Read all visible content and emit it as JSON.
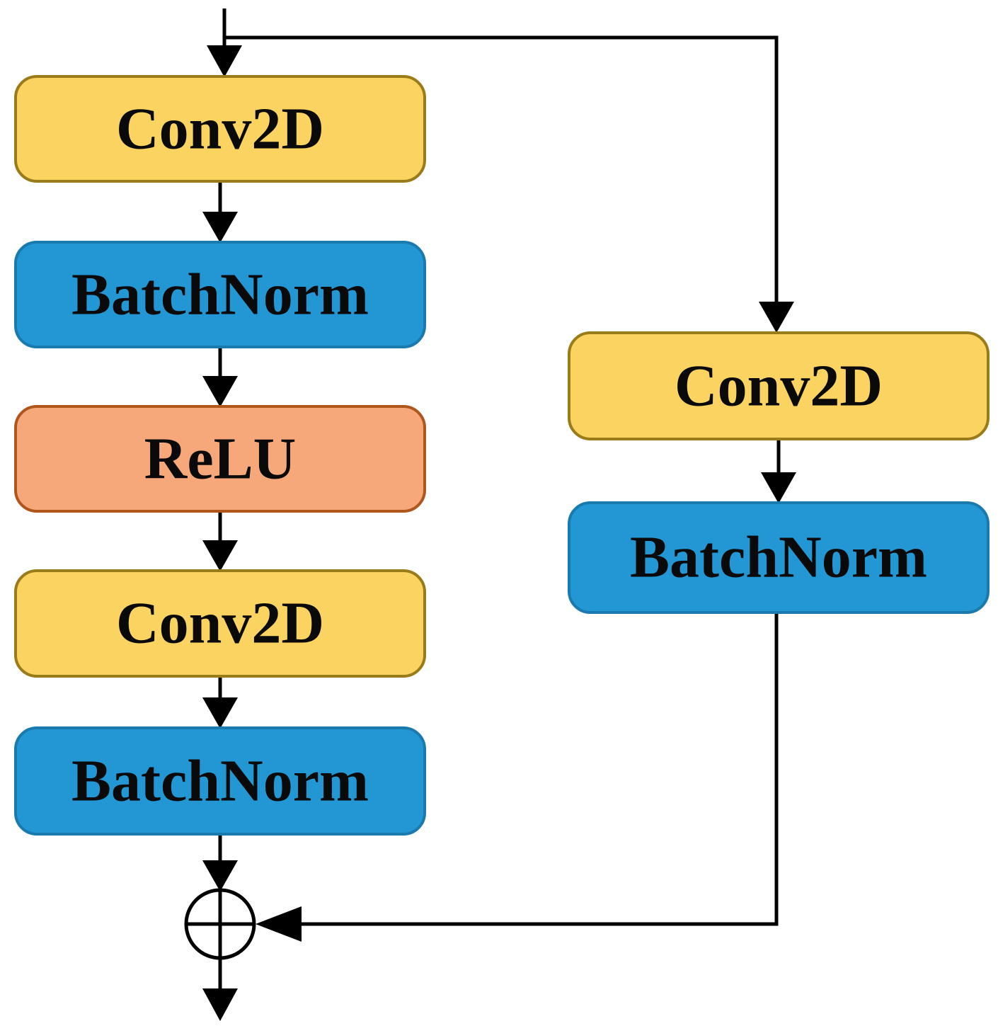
{
  "diagram": {
    "kind": "residual-block-flowchart",
    "background": "#ffffff",
    "line_color": "#000000",
    "colors": {
      "conv_fill": "#FAD360",
      "conv_border": "#9A7B1A",
      "batchnorm_fill": "#2297D3",
      "batchnorm_border": "#1A7AAE",
      "relu_fill": "#F7A87B",
      "relu_border": "#AE561C",
      "merge_fill": "#ffffff",
      "text": "#0a0a0a"
    },
    "main_path": {
      "blocks": [
        {
          "label": "Conv2D",
          "type": "conv"
        },
        {
          "label": "BatchNorm",
          "type": "batchnorm"
        },
        {
          "label": "ReLU",
          "type": "relu"
        },
        {
          "label": "Conv2D",
          "type": "conv"
        },
        {
          "label": "BatchNorm",
          "type": "batchnorm"
        }
      ]
    },
    "skip_path": {
      "blocks": [
        {
          "label": "Conv2D",
          "type": "conv"
        },
        {
          "label": "BatchNorm",
          "type": "batchnorm"
        }
      ]
    },
    "merge": {
      "operator_icon": "circled-plus"
    }
  }
}
